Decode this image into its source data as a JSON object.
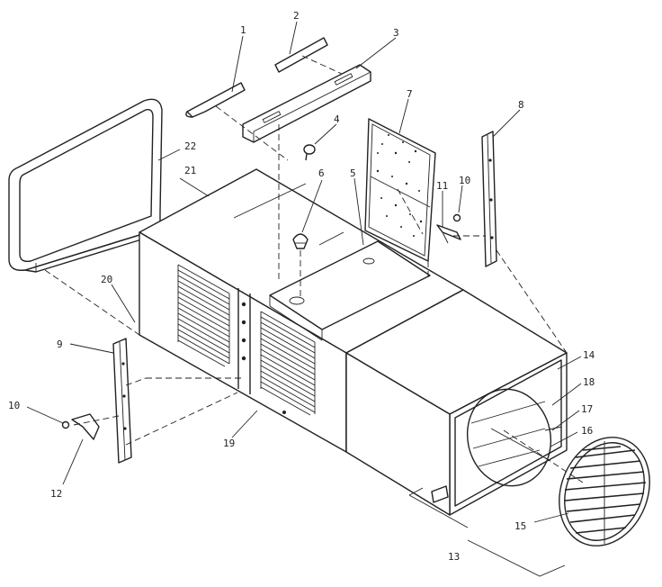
{
  "diagram": {
    "callouts": [
      {
        "id": "c1",
        "text": "1"
      },
      {
        "id": "c2",
        "text": "2"
      },
      {
        "id": "c3",
        "text": "3"
      },
      {
        "id": "c4",
        "text": "4"
      },
      {
        "id": "c5",
        "text": "5"
      },
      {
        "id": "c6",
        "text": "6"
      },
      {
        "id": "c7",
        "text": "7"
      },
      {
        "id": "c8",
        "text": "8"
      },
      {
        "id": "c9",
        "text": "9"
      },
      {
        "id": "c10a",
        "text": "10"
      },
      {
        "id": "c10b",
        "text": "10"
      },
      {
        "id": "c11",
        "text": "11"
      },
      {
        "id": "c12",
        "text": "12"
      },
      {
        "id": "c13",
        "text": "13"
      },
      {
        "id": "c14",
        "text": "14"
      },
      {
        "id": "c15",
        "text": "15"
      },
      {
        "id": "c16",
        "text": "16"
      },
      {
        "id": "c17",
        "text": "17"
      },
      {
        "id": "c18",
        "text": "18"
      },
      {
        "id": "c19",
        "text": "19"
      },
      {
        "id": "c20",
        "text": "20"
      },
      {
        "id": "c21",
        "text": "21"
      },
      {
        "id": "c22",
        "text": "22"
      }
    ]
  }
}
